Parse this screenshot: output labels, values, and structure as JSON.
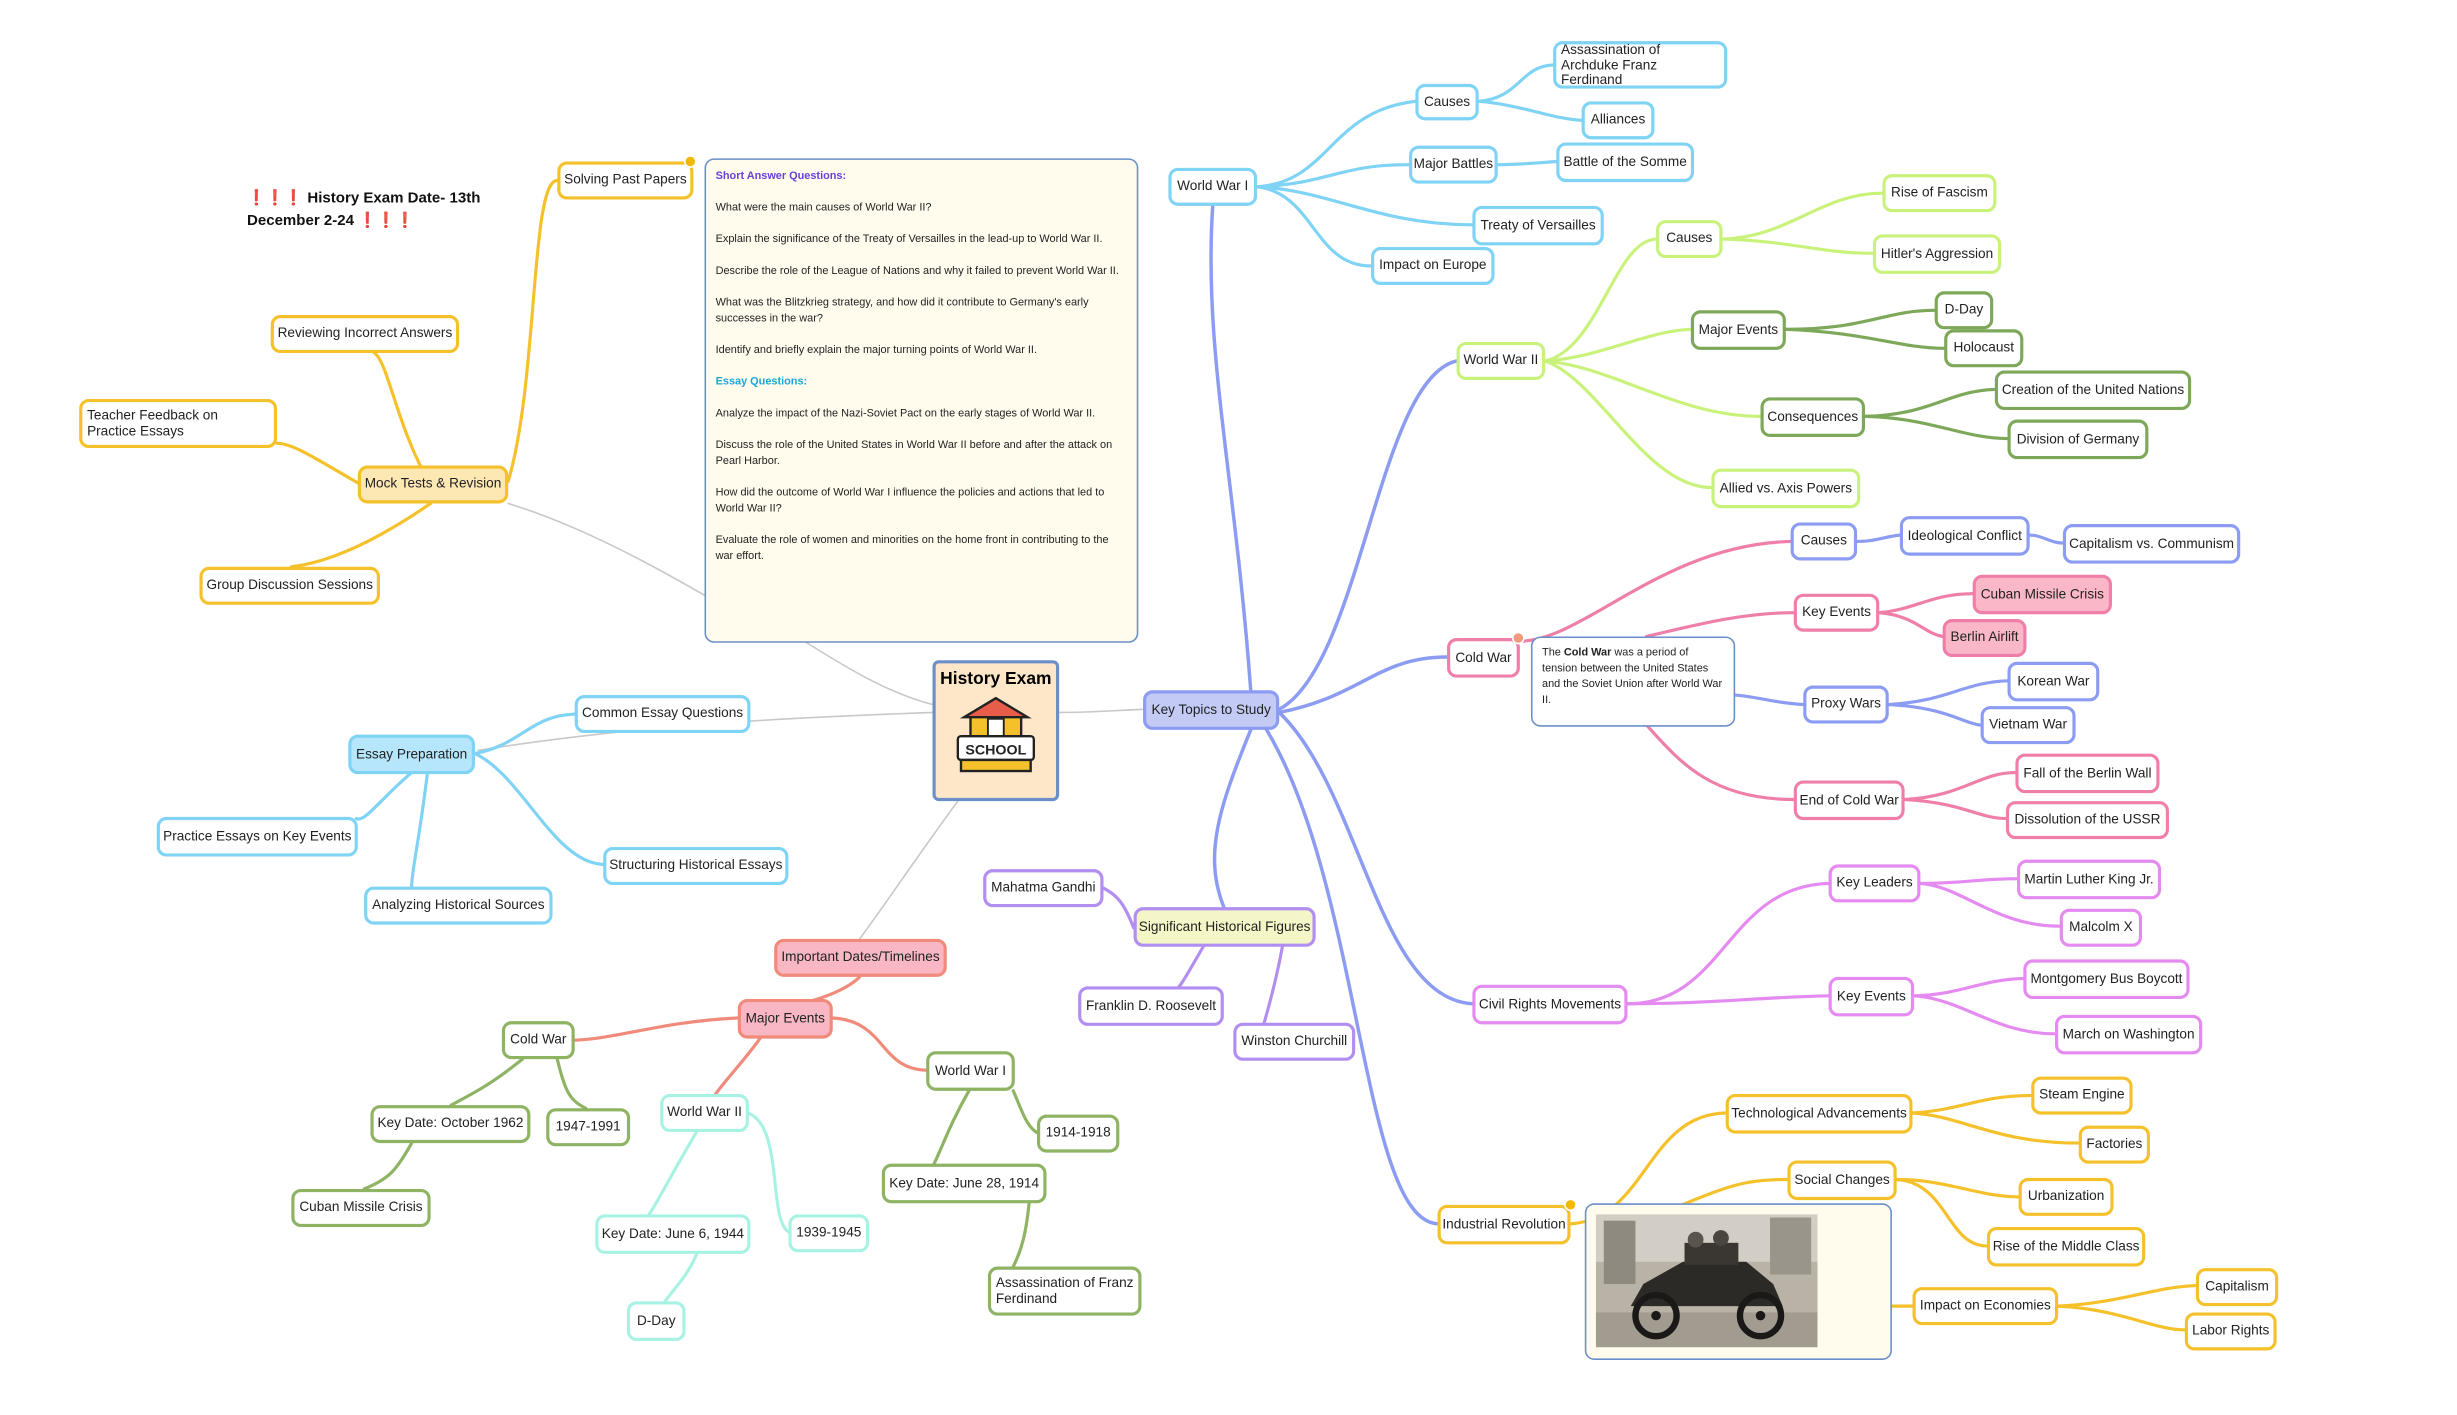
{
  "exam_date": {
    "marks_left": "❗❗❗",
    "text": "History Exam Date- 13th December 2-24",
    "marks_right": "❗❗❗"
  },
  "root": {
    "label": "History Exam",
    "icon": "school-building-icon",
    "badge": "SCHOOL"
  },
  "branches": {
    "key_topics": "Key Topics to Study",
    "past_papers": "Solving Past Papers",
    "mock_tests": "Mock Tests & Revision",
    "essay_prep": "Essay Preparation",
    "dates": "Important Dates/Timelines"
  },
  "past_papers_note": {
    "short_heading": "Short Answer Questions:",
    "short": [
      "What were the main causes of World War II?",
      "Explain the significance of the Treaty of Versailles in the lead-up to World War II.",
      "Describe the role of the League of Nations and why it failed to prevent World War II.",
      "What was the Blitzkrieg strategy, and how did it contribute to Germany's early successes in the war?",
      "Identify and briefly explain the major turning points of World War II."
    ],
    "essay_heading": "Essay Questions:",
    "essay": [
      "Analyze the impact of the Nazi-Soviet Pact on the early stages of World War II.",
      "Discuss the role of the United States in World War II before and after the attack on Pearl Harbor.",
      "How did the outcome of World War I influence the policies and actions that led to World War II?",
      "Evaluate the role of women and minorities on the home front in contributing to the war effort."
    ]
  },
  "mock": {
    "reviewing": "Reviewing Incorrect Answers",
    "teacher": "Teacher Feedback on Practice Essays",
    "group": "Group Discussion Sessions"
  },
  "essay": {
    "common": "Common Essay Questions",
    "practice": "Practice Essays on Key Events",
    "analyzing": "Analyzing Historical Sources",
    "structuring": "Structuring Historical Essays"
  },
  "dates": {
    "major_events": "Major Events",
    "cold_war": "Cold War",
    "cold_key": "Key Date: October 1962",
    "cold_years": "1947-1991",
    "cold_crisis": "Cuban Missile Crisis",
    "ww2": "World War II",
    "ww2_key": "Key Date: June 6, 1944",
    "ww2_years": "1939-1945",
    "ww2_dday": "D-Day",
    "ww1": "World War I",
    "ww1_key": "Key Date: June 28, 1914",
    "ww1_years": "1914-1918",
    "ww1_assass": "Assassination of Franz Ferdinand"
  },
  "ww1": {
    "label": "World War I",
    "causes": "Causes",
    "archduke": "Assassination of Archduke Franz Ferdinand",
    "alliances": "Alliances",
    "battles": "Major Battles",
    "somme": "Battle of the Somme",
    "treaty": "Treaty of Versailles",
    "impact": "Impact on Europe"
  },
  "ww2": {
    "label": "World War II",
    "causes": "Causes",
    "fascism": "Rise of Fascism",
    "aggression": "Hitler's Aggression",
    "events": "Major Events",
    "dday": "D-Day",
    "holocaust": "Holocaust",
    "consequences": "Consequences",
    "un": "Creation of the United Nations",
    "germany": "Division of Germany",
    "allied": "Allied vs. Axis Powers"
  },
  "cold_war": {
    "label": "Cold War",
    "note_pre": "The ",
    "note_bold": "Cold War",
    "note_post": " was a period of tension between the United States and the Soviet Union after World War II.",
    "causes": "Causes",
    "ideological": "Ideological Conflict",
    "capitalism": "Capitalism vs. Communism",
    "events": "Key Events",
    "cuban": "Cuban Missile Crisis",
    "berlin": "Berlin Airlift",
    "proxy": "Proxy Wars",
    "korean": "Korean War",
    "vietnam": "Vietnam War",
    "end": "End of Cold War",
    "wall": "Fall of the Berlin Wall",
    "ussr": "Dissolution of the USSR"
  },
  "figures": {
    "label": "Significant Historical Figures",
    "gandhi": "Mahatma Gandhi",
    "fdr": "Franklin D. Roosevelt",
    "churchill": "Winston Churchill"
  },
  "civil_rights": {
    "label": "Civil Rights Movements",
    "leaders": "Key Leaders",
    "mlk": "Martin Luther King Jr.",
    "malcolm": "Malcolm X",
    "events": "Key Events",
    "bus": "Montgomery Bus Boycott",
    "march": "March on Washington"
  },
  "industrial": {
    "label": "Industrial Revolution",
    "tech": "Technological Advancements",
    "steam": "Steam Engine",
    "factories": "Factories",
    "social": "Social Changes",
    "urban": "Urbanization",
    "middle": "Rise of the Middle Class",
    "economies": "Impact on Economies",
    "capitalism": "Capitalism",
    "labor": "Labor Rights"
  },
  "colors": {
    "ww1": "#7fd3f5",
    "ww2_light": "#c9f27a",
    "ww2_dark": "#7da85a",
    "cold_pink": "#ef7fa9",
    "cold_blue": "#8b9cf2",
    "figures": "#b18ef0",
    "civil": "#e58af0",
    "industrial": "#f5c12b",
    "key_topics": "#8b9cf2",
    "past": "#f5c12b",
    "essay": "#7fd3f5",
    "dates": "#f08a7a",
    "dates_cold": "#8db363",
    "dates_ww2": "#a8f2e4"
  }
}
